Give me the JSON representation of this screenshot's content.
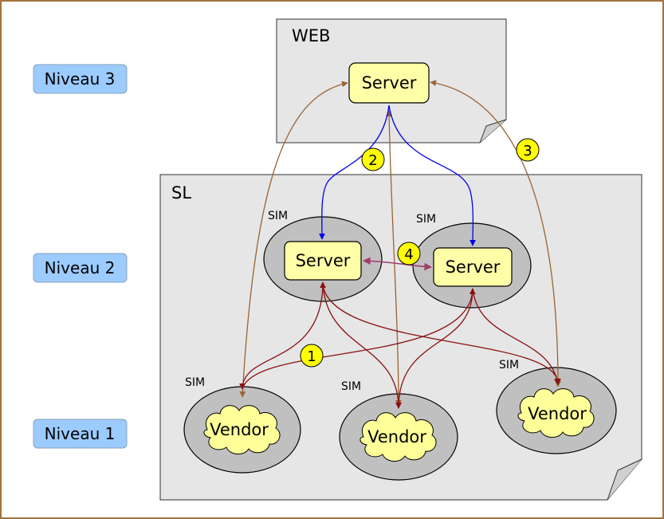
{
  "levels": {
    "level3": "Niveau 3",
    "level2": "Niveau 2",
    "level1": "Niveau 1"
  },
  "regions": {
    "web": "WEB",
    "sl": "SL"
  },
  "sim_label": "SIM",
  "nodes": {
    "web_server": "Server",
    "sim_server_left": "Server",
    "sim_server_right": "Server",
    "vendor_left": "Vendor",
    "vendor_middle": "Vendor",
    "vendor_right": "Vendor"
  },
  "badges": {
    "one": "1",
    "two": "2",
    "three": "3",
    "four": "4"
  },
  "colors": {
    "frame_border": "#a0743c",
    "region_fill": "#e6e6e6",
    "level_box": "#9ccbff",
    "server_fill": "#ffffa8",
    "sim_fill": "#c0c0c0",
    "vendor_fill": "#ffff99",
    "badge_fill": "#ffff00",
    "arrow_brown": "#9a6433",
    "arrow_blue": "#0000ee",
    "arrow_darkred": "#8b1010",
    "arrow_purple": "#a03c6e"
  }
}
